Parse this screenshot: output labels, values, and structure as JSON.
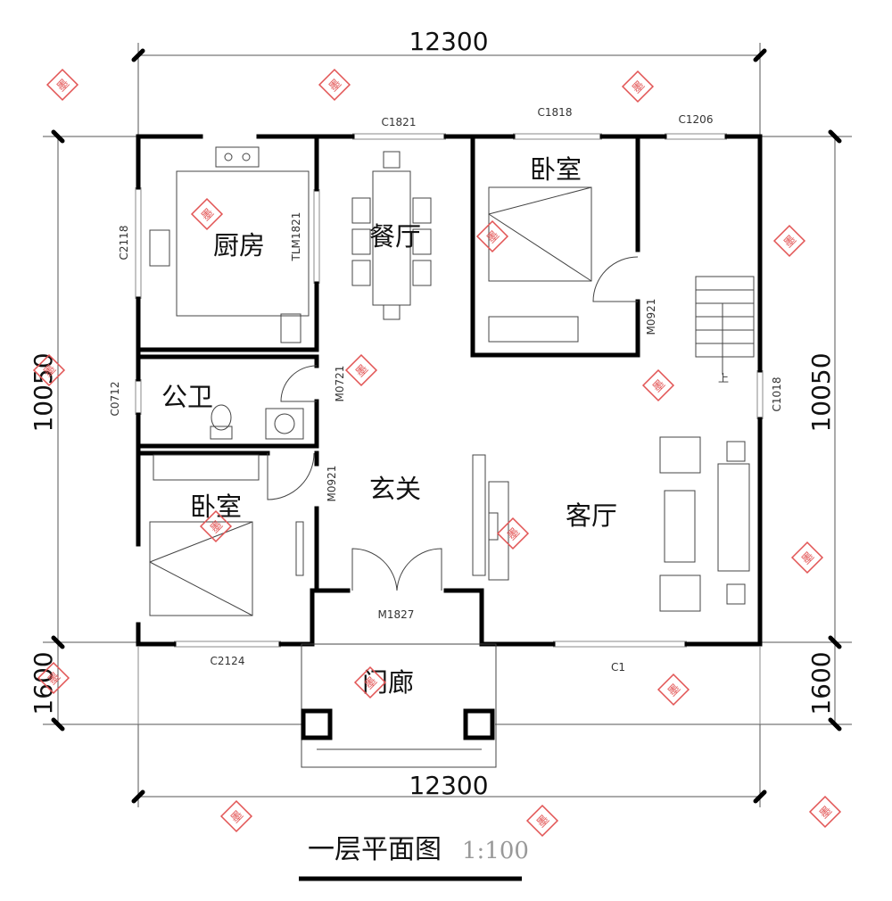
{
  "dimensions": {
    "top_width": "12300",
    "bottom_width": "12300",
    "left_height": "10050",
    "right_height": "10050",
    "left_porch": "1600",
    "right_porch": "1600"
  },
  "rooms": {
    "kitchen": "厨房",
    "dining": "餐厅",
    "bedroom_ne": "卧室",
    "bathroom": "公卫",
    "entrance": "玄关",
    "bedroom_sw": "卧室",
    "living": "客厅",
    "porch": "门廊"
  },
  "openings": {
    "c1821": "C1821",
    "c1818": "C1818",
    "c1206": "C1206",
    "c2118": "C2118",
    "tlm1821": "TLM1821",
    "m0921_bed": "M0921",
    "m0721": "M0721",
    "c0712": "C0712",
    "c1018": "C1018",
    "m0921_bed2": "M0921",
    "m1827": "M1827",
    "c2124": "C2124",
    "c1": "C1"
  },
  "stair_mark": "上",
  "title": {
    "text": "一层平面图",
    "scale": "1:100"
  },
  "watermark": {
    "glyph": "墨",
    "color": "#e25555"
  }
}
